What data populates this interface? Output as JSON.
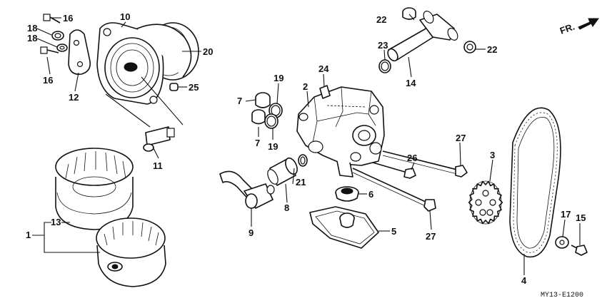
{
  "diagram": {
    "direction_label": "FR.",
    "figure_code": "MY13-E1200",
    "callouts": {
      "c1": "1",
      "c2": "2",
      "c3": "3",
      "c4": "4",
      "c5": "5",
      "c6": "6",
      "c7a": "7",
      "c7b": "7",
      "c8": "8",
      "c9": "9",
      "c10": "10",
      "c11": "11",
      "c12": "12",
      "c13": "13",
      "c14": "14",
      "c15": "15",
      "c16a": "16",
      "c16b": "16",
      "c17": "17",
      "c18a": "18",
      "c18b": "18",
      "c19a": "19",
      "c19b": "19",
      "c20": "20",
      "c21": "21",
      "c22a": "22",
      "c22b": "22",
      "c23": "23",
      "c24": "24",
      "c25": "25",
      "c26": "26",
      "c27a": "27",
      "c27b": "27"
    }
  }
}
